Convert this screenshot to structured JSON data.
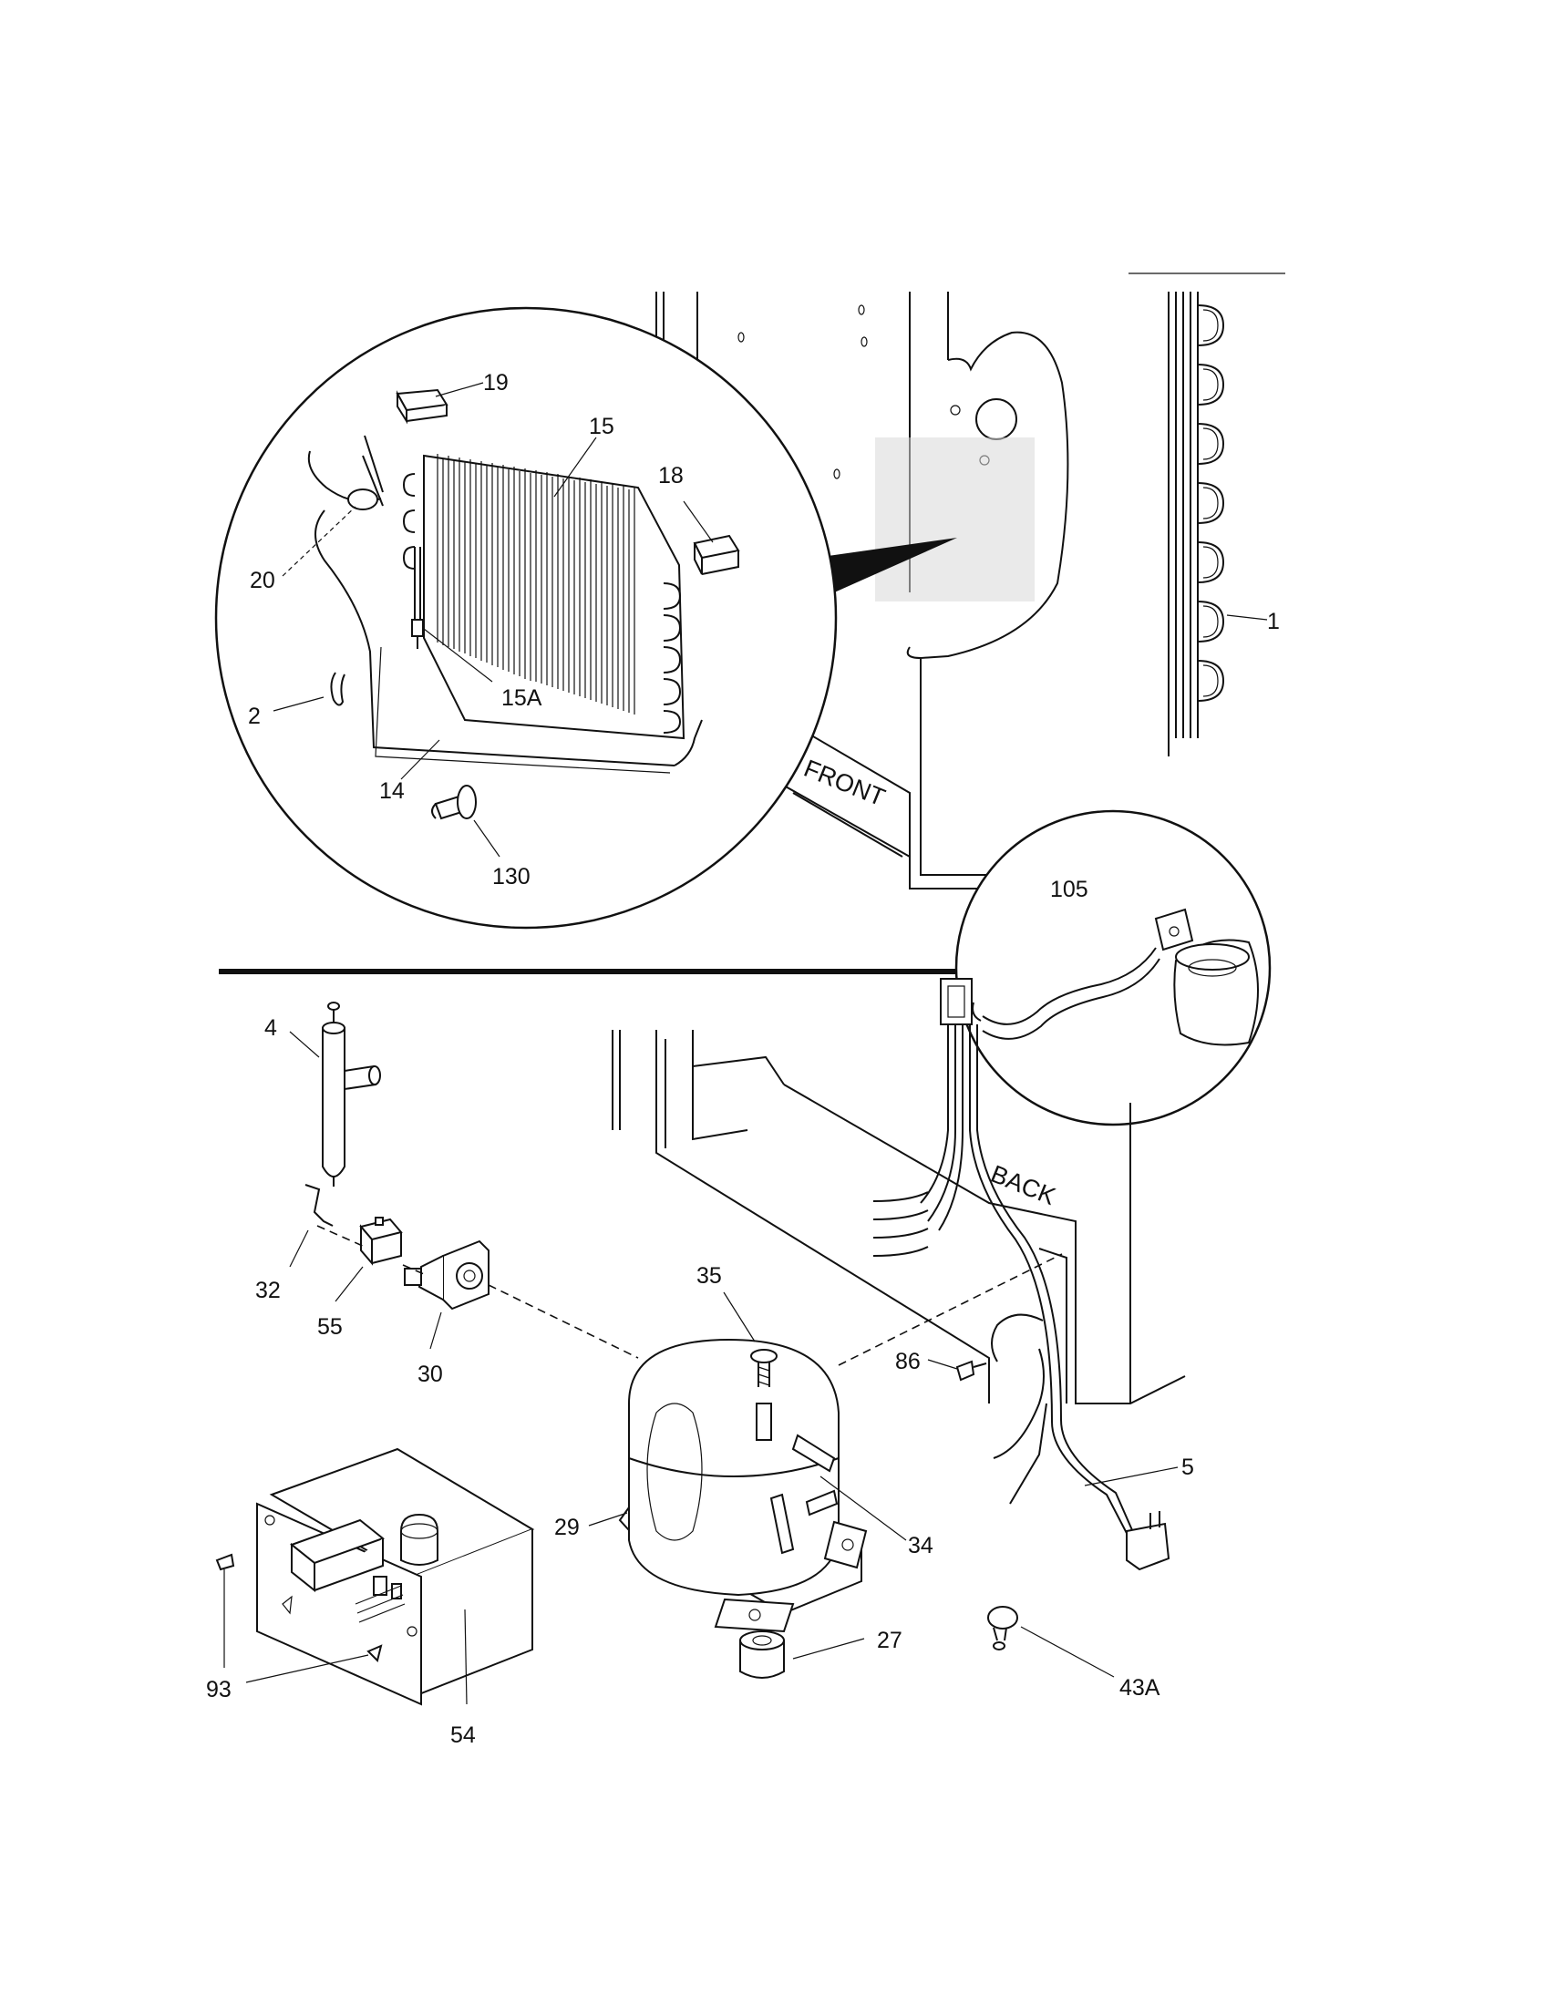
{
  "callouts": {
    "c1": "1",
    "c2": "2",
    "c4": "4",
    "c5": "5",
    "c14": "14",
    "c15": "15",
    "c15a": "15A",
    "c18": "18",
    "c19": "19",
    "c20": "20",
    "c27": "27",
    "c29": "29",
    "c30": "30",
    "c32": "32",
    "c34": "34",
    "c35": "35",
    "c43a": "43A",
    "c54": "54",
    "c55": "55",
    "c86": "86",
    "c93": "93",
    "c105": "105",
    "c130": "130"
  },
  "cabinet_labels": {
    "front": "FRONT",
    "back": "BACK"
  }
}
